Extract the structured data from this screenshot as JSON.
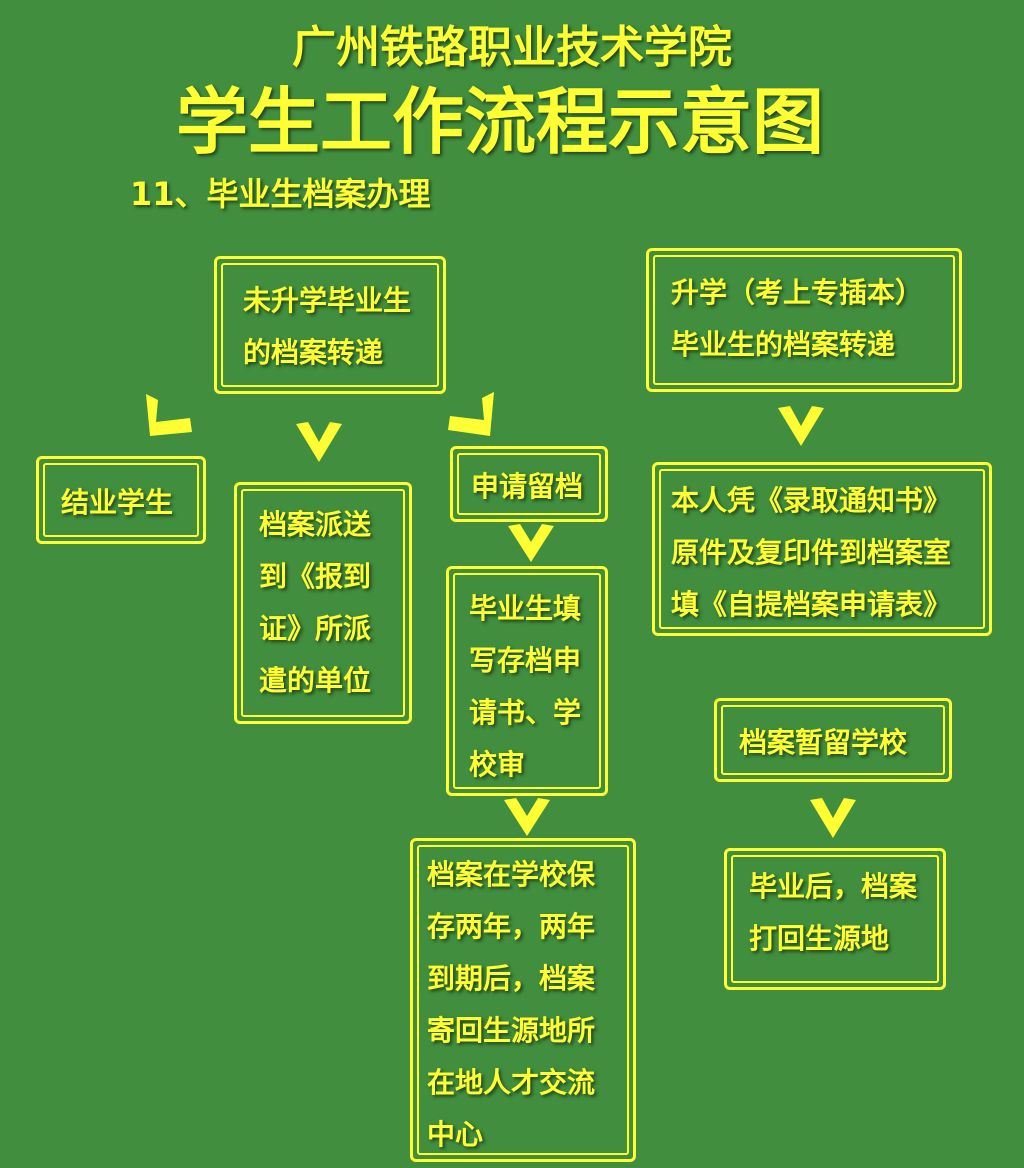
{
  "header": {
    "school": "广州铁路职业技术学院",
    "title": "学生工作流程示意图",
    "section": "11、毕业生档案办理"
  },
  "nodes": {
    "unpromoted_transfer": "未升学毕业生的档案转递",
    "promoted_transfer": "升学（考上专插本）毕业生的档案转递",
    "completion_students": "结业学生",
    "dispatch": "档案派送到《报到证》所派遣的单位",
    "apply_retain": "申请留档",
    "fill_application": "毕业生填写存档申请书、学校审",
    "keep_two_years": "档案在学校保存两年，两年到期后，档案寄回生源地所在地人才交流中心",
    "admission_notice": "本人凭《录取通知书》原件及复印件到档案室填《自提档案申请表》",
    "temp_retain": "档案暂留学校",
    "return_origin": "毕业后，档案打回生源地"
  },
  "colors": {
    "background": "#418E3E",
    "accent": "#FFFF33"
  }
}
